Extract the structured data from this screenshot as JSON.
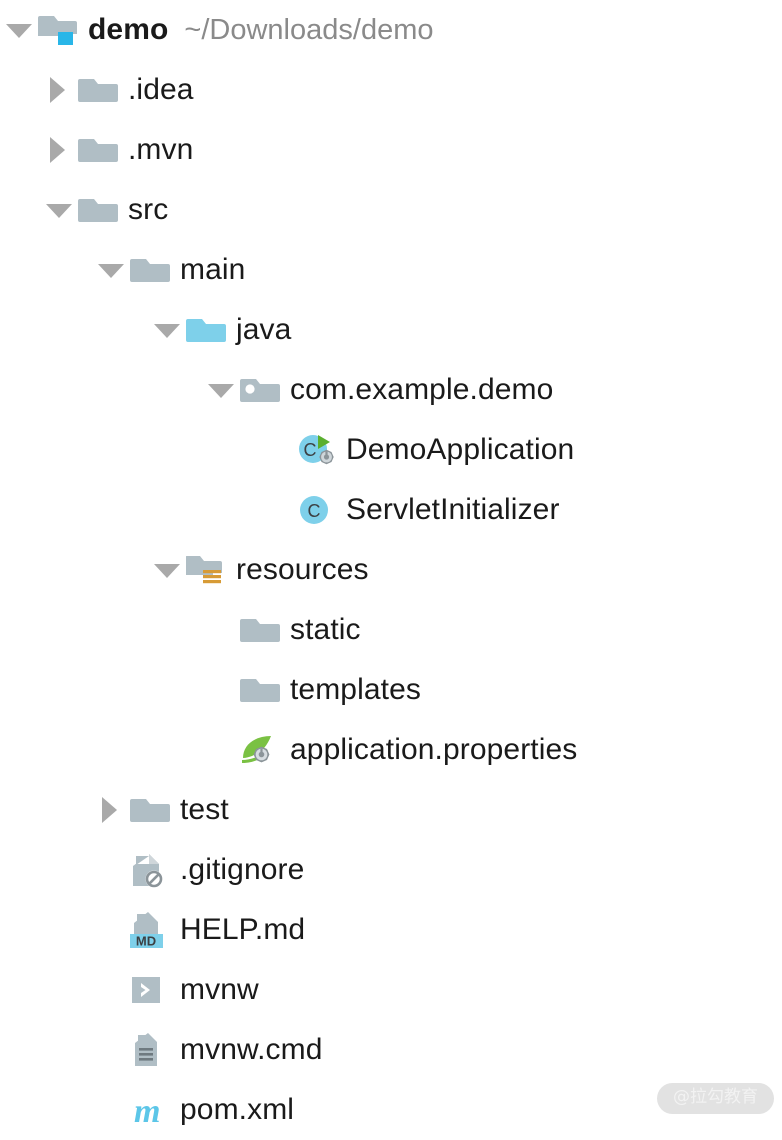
{
  "window": {
    "title": "demo",
    "background_color": "#ffffff",
    "text_color": "#1a1a1a",
    "muted_text_color": "#8a8a8a",
    "folder_color": "#b0bec5",
    "accent_cyan": "#6ecdeb",
    "accent_orange": "#d79b36",
    "accent_green": "#7ac143",
    "arrow_color": "#a9a9a9"
  },
  "tree": {
    "root_path": "~/Downloads/demo",
    "nodes": [
      {
        "id": "demo",
        "label": "demo",
        "secondary": "~/Downloads/demo",
        "depth": 0,
        "twisty": "down",
        "icon": "module-folder-icon",
        "bold": true
      },
      {
        "id": "idea",
        "label": ".idea",
        "secondary": "",
        "depth": 1,
        "twisty": "right",
        "icon": "folder-icon",
        "bold": false
      },
      {
        "id": "mvn",
        "label": ".mvn",
        "secondary": "",
        "depth": 1,
        "twisty": "right",
        "icon": "folder-icon",
        "bold": false
      },
      {
        "id": "src",
        "label": "src",
        "secondary": "",
        "depth": 1,
        "twisty": "down",
        "icon": "folder-icon",
        "bold": false
      },
      {
        "id": "main",
        "label": "main",
        "secondary": "",
        "depth": 2,
        "twisty": "down",
        "icon": "folder-icon",
        "bold": false
      },
      {
        "id": "java",
        "label": "java",
        "secondary": "",
        "depth": 3,
        "twisty": "down",
        "icon": "source-root-folder-icon",
        "bold": false
      },
      {
        "id": "package",
        "label": "com.example.demo",
        "secondary": "",
        "depth": 4,
        "twisty": "down",
        "icon": "package-icon",
        "bold": false
      },
      {
        "id": "demoapplication",
        "label": "DemoApplication",
        "secondary": "",
        "depth": 5,
        "twisty": "none",
        "icon": "java-class-runnable-config-icon",
        "bold": false
      },
      {
        "id": "servletinitializer",
        "label": "ServletInitializer",
        "secondary": "",
        "depth": 5,
        "twisty": "none",
        "icon": "java-class-icon",
        "bold": false
      },
      {
        "id": "resources",
        "label": "resources",
        "secondary": "",
        "depth": 3,
        "twisty": "down",
        "icon": "resources-root-folder-icon",
        "bold": false
      },
      {
        "id": "static",
        "label": "static",
        "secondary": "",
        "depth": 4,
        "twisty": "none",
        "icon": "folder-icon",
        "bold": false
      },
      {
        "id": "templates",
        "label": "templates",
        "secondary": "",
        "depth": 4,
        "twisty": "none",
        "icon": "folder-icon",
        "bold": false
      },
      {
        "id": "applicationproperties",
        "label": "application.properties",
        "secondary": "",
        "depth": 4,
        "twisty": "none",
        "icon": "spring-properties-icon",
        "bold": false
      },
      {
        "id": "test",
        "label": "test",
        "secondary": "",
        "depth": 2,
        "twisty": "right",
        "icon": "folder-icon",
        "bold": false
      },
      {
        "id": "gitignore",
        "label": ".gitignore",
        "secondary": "",
        "depth": 2,
        "twisty": "none",
        "icon": "gitignore-file-icon",
        "bold": false
      },
      {
        "id": "helpmd",
        "label": "HELP.md",
        "secondary": "",
        "depth": 2,
        "twisty": "none",
        "icon": "markdown-file-icon",
        "bold": false,
        "badge_text": "MD"
      },
      {
        "id": "mvnw",
        "label": "mvnw",
        "secondary": "",
        "depth": 2,
        "twisty": "none",
        "icon": "shell-script-icon",
        "bold": false
      },
      {
        "id": "mvnwcmd",
        "label": "mvnw.cmd",
        "secondary": "",
        "depth": 2,
        "twisty": "none",
        "icon": "text-file-icon",
        "bold": false
      },
      {
        "id": "pomxml",
        "label": "pom.xml",
        "secondary": "",
        "depth": 2,
        "twisty": "none",
        "icon": "maven-pom-icon",
        "bold": false,
        "badge_text": "m"
      }
    ]
  },
  "watermark": {
    "text": "@拉勾教育"
  }
}
